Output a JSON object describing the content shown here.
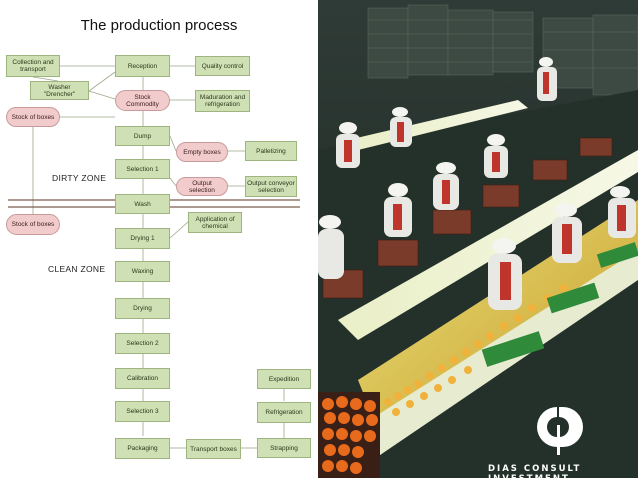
{
  "title": "The production process",
  "zones": {
    "dirty": "DIRTY ZONE",
    "clean": "CLEAN ZONE"
  },
  "nodes": {
    "collection": "Collection and transport",
    "washer": "Washer \"Drencher\"",
    "stock_boxes_1": "Stock of boxes",
    "reception": "Reception",
    "stock_commodity": "Stock Commodity",
    "quality_control": "Quality control",
    "maduration": "Maduration and refrigeration",
    "dump": "Dump",
    "empty_boxes": "Empty boxes",
    "palletizing": "Palletizing",
    "selection1": "Selection 1",
    "output_selection": "Output selection",
    "output_conveyor": "Output conveyor selection",
    "wash": "Wash",
    "stock_boxes_2": "Stock of boxes",
    "application": "Application of chemical",
    "drying1": "Drying 1",
    "waxing": "Waxing",
    "drying": "Drying",
    "selection2": "Selection 2",
    "calibration": "Calibration",
    "selection3": "Selection 3",
    "packaging": "Packaging",
    "transport_boxes": "Transport boxes",
    "strapping": "Strapping",
    "refrigeration": "Refrigeration",
    "expedition": "Expedition"
  },
  "logo": {
    "text": "DIAS CONSULT INVESTMENT"
  },
  "colors": {
    "process_box": "#cfe0b4",
    "stock_oval": "#f2cccc",
    "zone_divider": "#7a5c4d"
  }
}
